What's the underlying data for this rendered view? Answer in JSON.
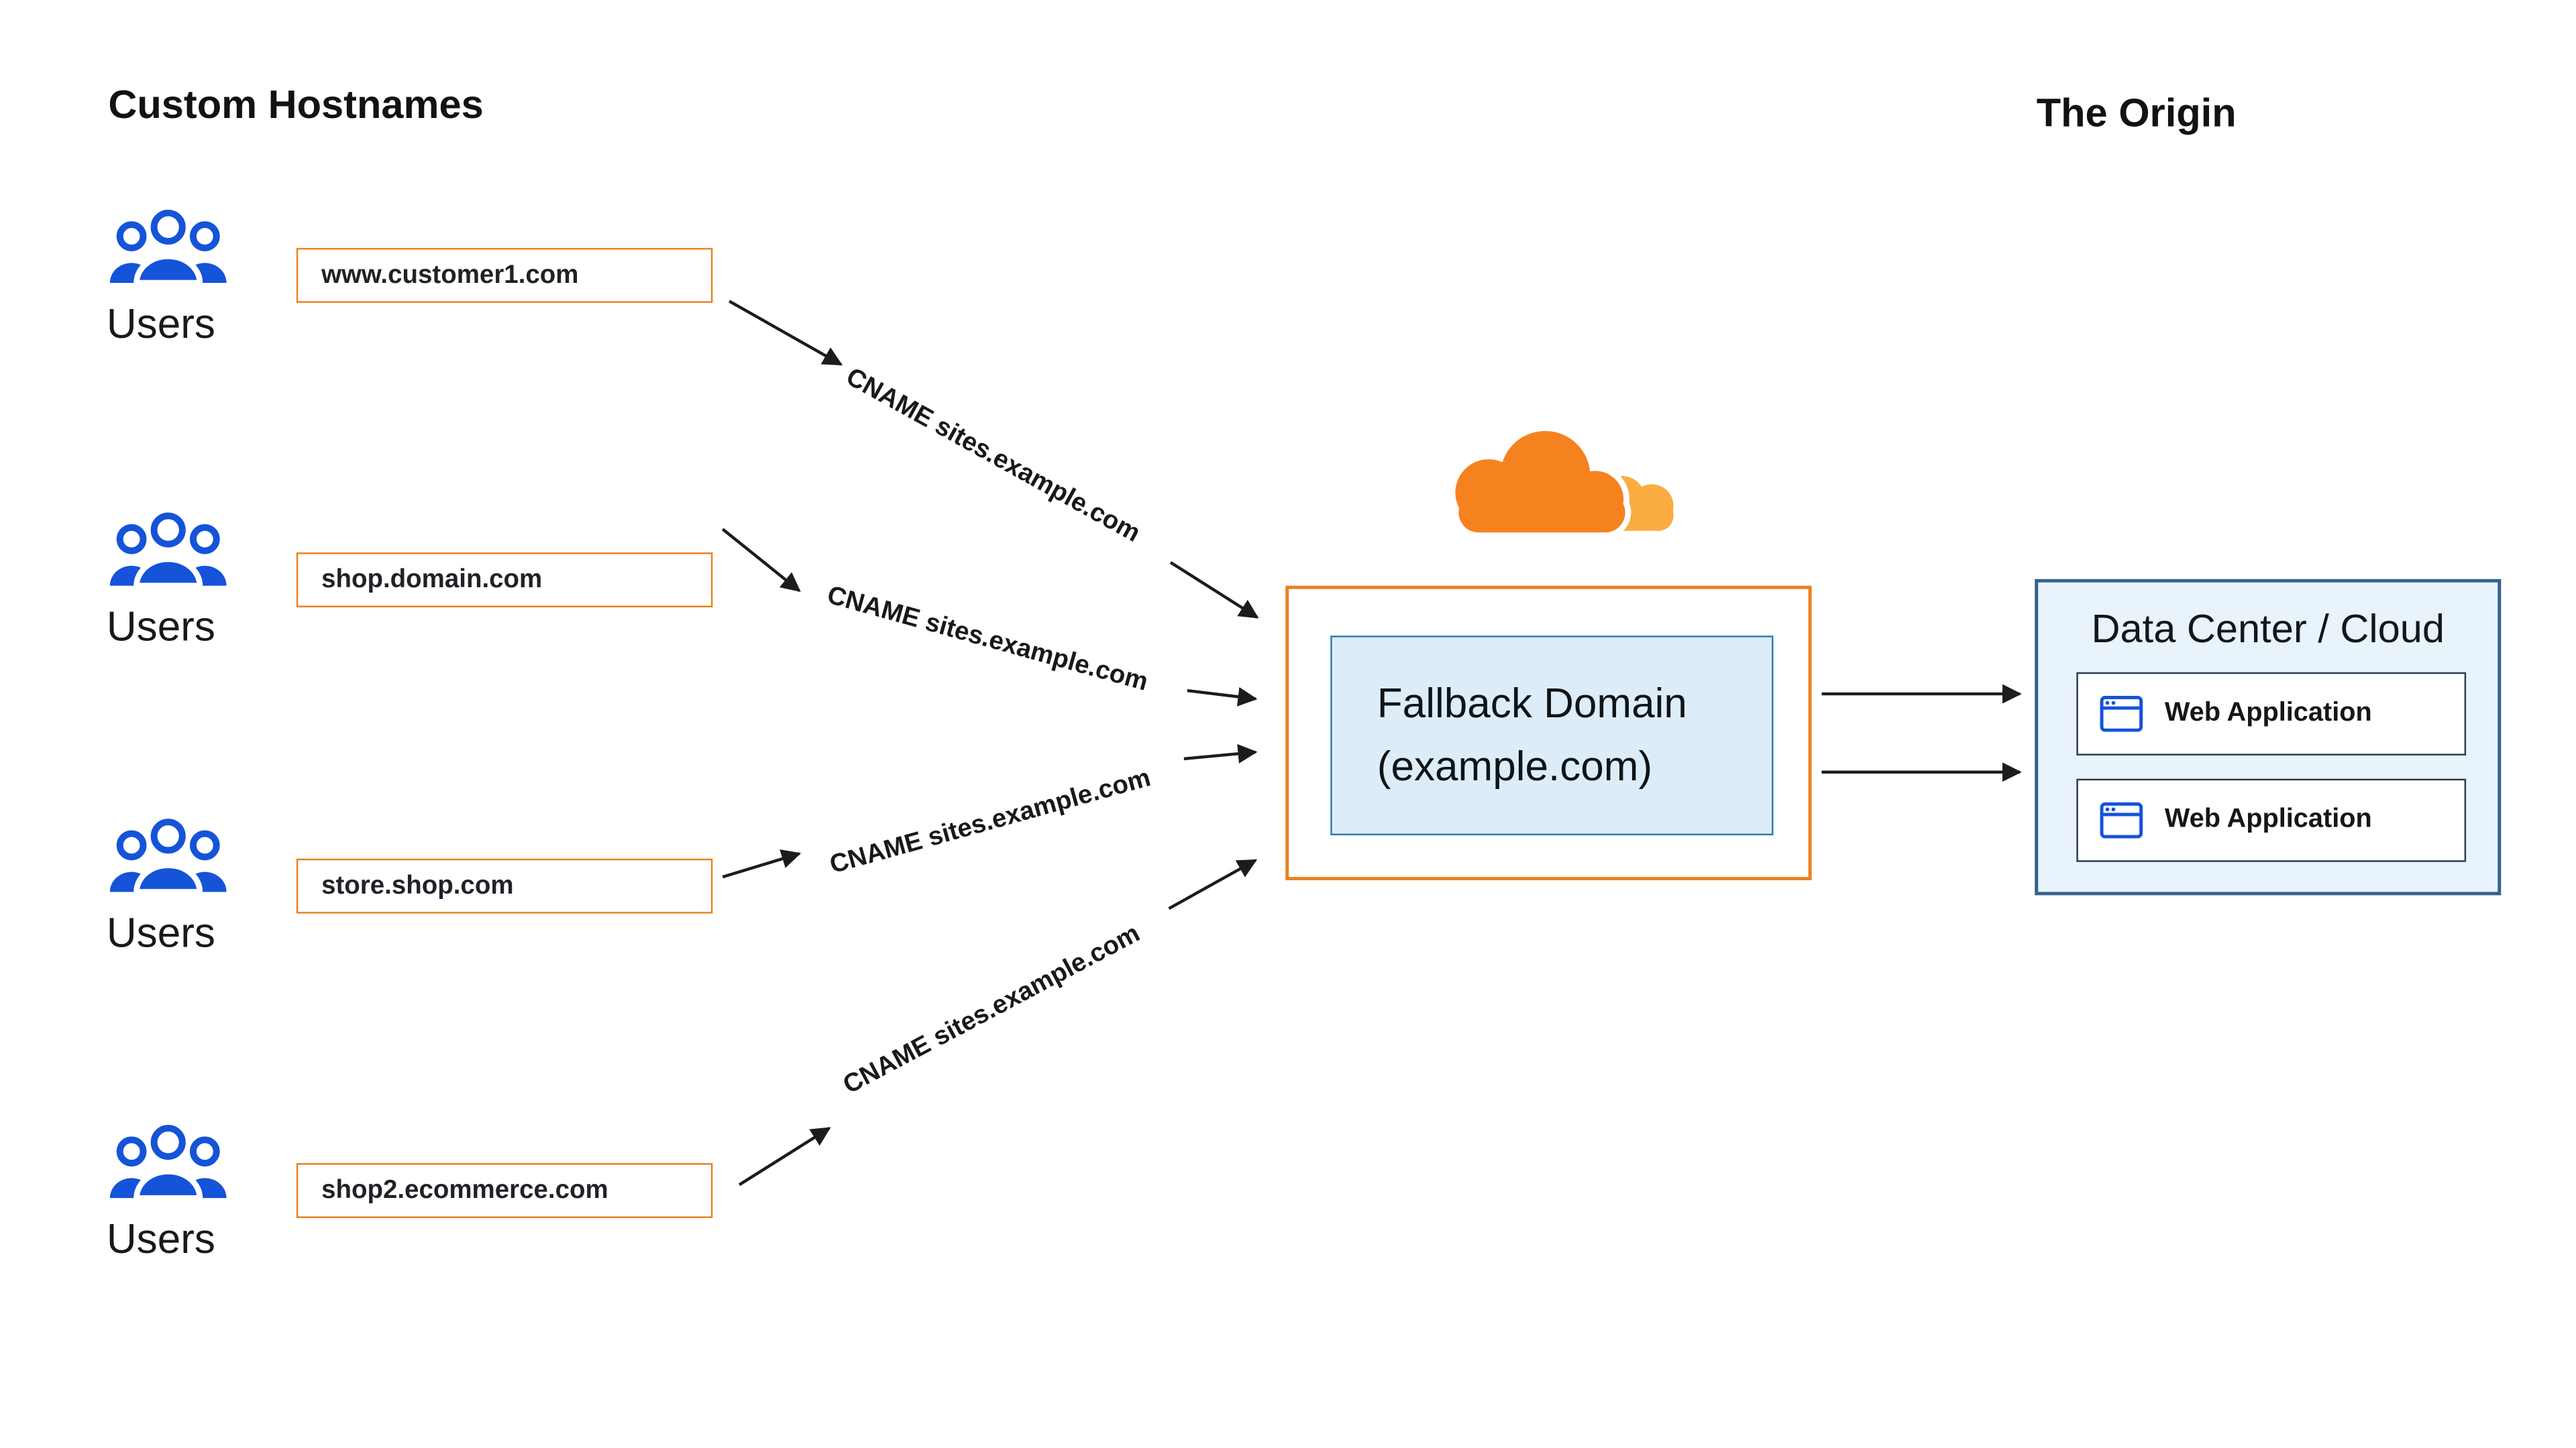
{
  "titles": {
    "custom_hostnames": "Custom Hostnames",
    "origin": "The Origin"
  },
  "user_groups": [
    {
      "users_label": "Users",
      "hostname": "www.customer1.com"
    },
    {
      "users_label": "Users",
      "hostname": "shop.domain.com"
    },
    {
      "users_label": "Users",
      "hostname": "store.shop.com"
    },
    {
      "users_label": "Users",
      "hostname": "shop2.ecommerce.com"
    }
  ],
  "cname_labels": [
    "CNAME sites.example.com",
    "CNAME sites.example.com",
    "CNAME sites.example.com",
    "CNAME sites.example.com"
  ],
  "cloudflare": {
    "logo_icon": "cloudflare-cloud-logo"
  },
  "fallback_domain": {
    "line1": "Fallback Domain",
    "line2": "(example.com)"
  },
  "origin": {
    "title": "Data Center / Cloud",
    "applications": [
      {
        "label": "Web Application",
        "icon": "browser-window-icon"
      },
      {
        "label": "Web Application",
        "icon": "browser-window-icon"
      }
    ]
  },
  "colors": {
    "orange": "#E8821E",
    "users_blue": "#1553D8",
    "fallback_fill": "#DCEDF9",
    "fallback_border": "#2E7CB0",
    "origin_fill": "#E8F3FB",
    "origin_border": "#35618C",
    "app_border": "#2A3B4C",
    "arrow": "#1A1C1E",
    "cloud_orange": "#F6821F",
    "cloud_light": "#FBAD41",
    "text": "#17191C"
  }
}
